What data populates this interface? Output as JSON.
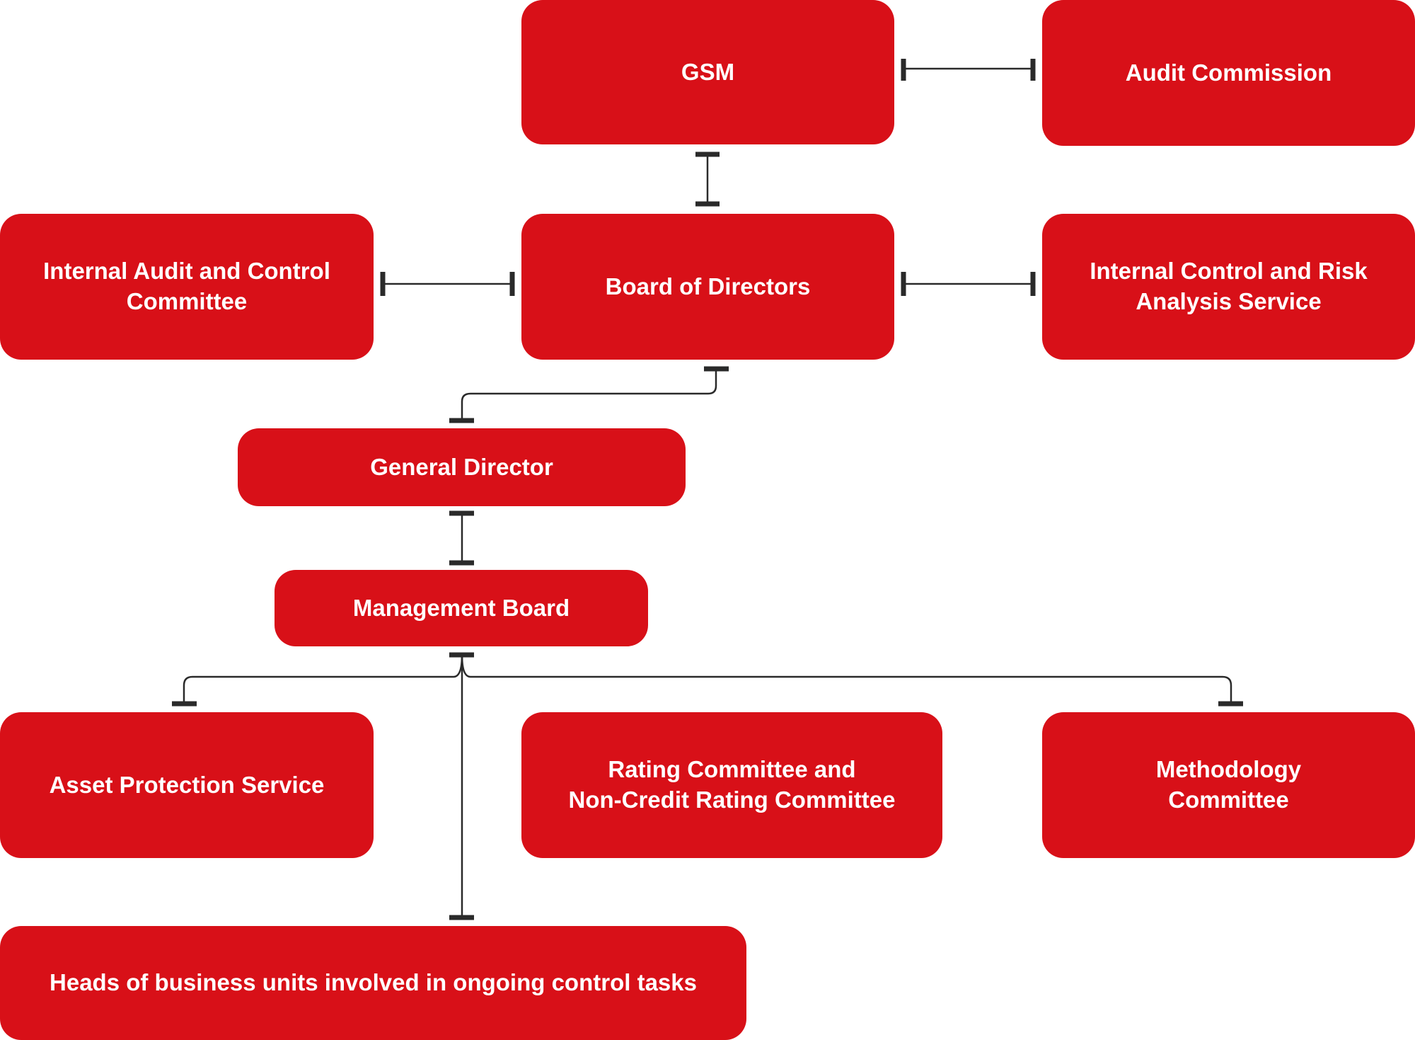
{
  "colors": {
    "box": "#d81018",
    "box_text": "#ffffff",
    "connector": "#2a2a2a"
  },
  "nodes": {
    "gsm": "GSM",
    "audit_commission": "Audit Commission",
    "internal_audit": [
      "Internal Audit and Control",
      "Committee"
    ],
    "board_of_directors": "Board of Directors",
    "internal_control": [
      "Internal Control and Risk",
      "Analysis Service"
    ],
    "general_director": "General Director",
    "management_board": "Management Board",
    "asset_protection": "Asset Protection Service",
    "rating_committee": [
      "Rating Committee and",
      "Non-Credit Rating Committee"
    ],
    "methodology_committee": [
      "Methodology",
      "Committee"
    ],
    "heads_of_units": "Heads of business units involved in ongoing control tasks"
  }
}
